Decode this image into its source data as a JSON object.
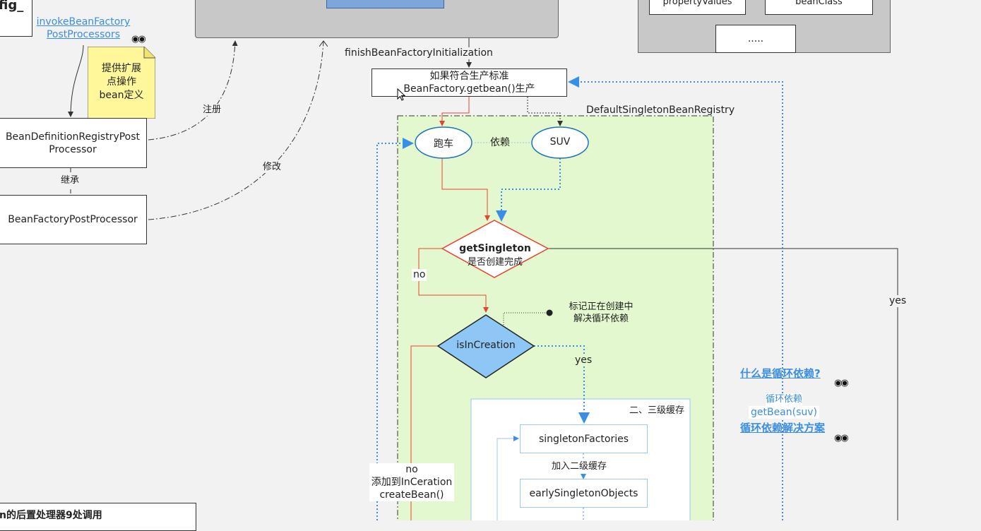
{
  "diagram": {
    "top_left_fragment": "fig_",
    "invoke_link_line1": "invokeBeanFactory",
    "invoke_link_line2": "PostProcessors",
    "note_line1": "提供扩展",
    "note_line2": "点操作",
    "note_line3": "bean定义",
    "registry_post_processor_line1": "BeanDefinitionRegistryPost",
    "registry_post_processor_line2": "Processor",
    "factory_post_processor": "BeanFactoryPostProcessor",
    "edge_register": "注册",
    "edge_modify": "修改",
    "edge_inherit": "继承",
    "top_right_box1": "propertyValues",
    "top_right_box2": "beanClass",
    "top_right_box3": ".....",
    "finish_label": "finishBeanFactoryInitialization",
    "getbean_line1": "如果符合生产标准",
    "getbean_line2": "BeanFactory.getbean()生产",
    "registry_container_label": "DefaultSingletonBeanRegistry",
    "sportscar": "跑车",
    "depends": "依赖",
    "suv": "SUV",
    "get_singleton_title": "getSingleton",
    "get_singleton_sub": "是否创建完成",
    "edge_no": "no",
    "edge_yes_right": "yes",
    "marker_line1": "标记正在创建中",
    "marker_line2": "解决循环依赖",
    "is_in_creation": "isInCreation",
    "edge_yes_dotted": "yes",
    "cache_label": "二、三级缓存",
    "singleton_factories": "singletonFactories",
    "add_second_cache": "加入二级缓存",
    "early_singleton_objects": "earlySingletonObjects",
    "create_line1": "no",
    "create_line2": "添加到InCeration",
    "create_line3": "createBean()",
    "bottom_left_fragment": "n的后置处理器9处调用",
    "link_what_is_circular": "什么是循环依赖?",
    "circular_line1": "循环依赖",
    "circular_line2": "getBean(suv)",
    "link_circular_solution": "循环依赖解决方案",
    "glasses_glyph": "◉◉"
  },
  "colors": {
    "registry_bg": "#e3f8cf",
    "red_edge": "#e8432e",
    "blue_dotted": "#3a8ee6",
    "diamond_blue": "#8ec6f5",
    "note_yellow": "#fff79a",
    "gray_panel": "#c8c8c8"
  }
}
